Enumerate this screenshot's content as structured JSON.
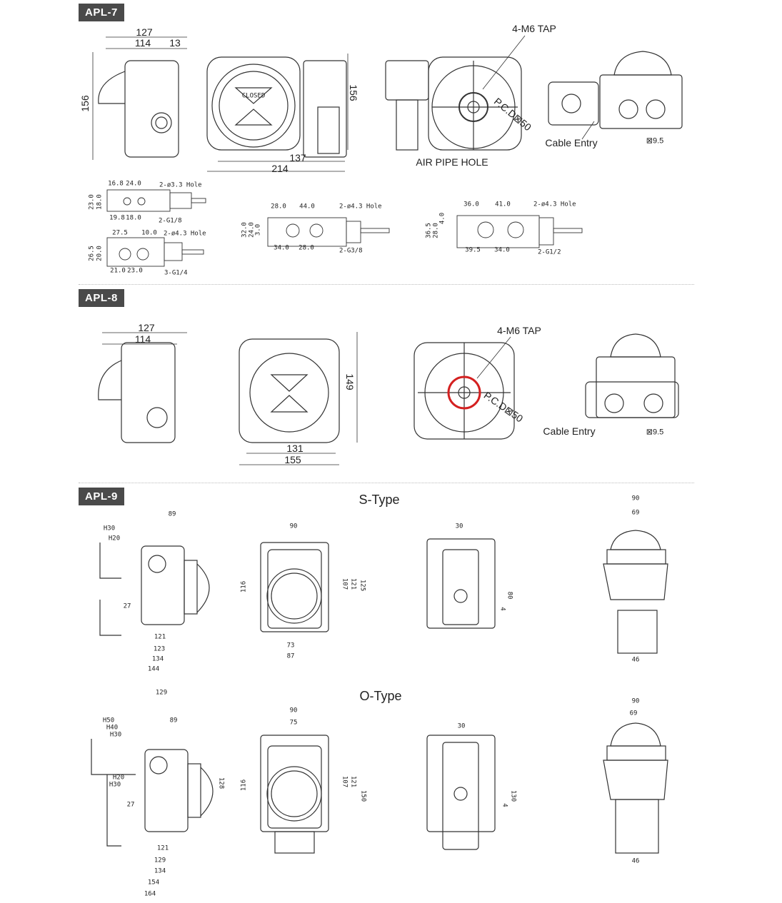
{
  "sections": {
    "apl7": "APL-7",
    "apl8": "APL-8",
    "apl9": "APL-9"
  },
  "apl7": {
    "side": {
      "w127": "127",
      "w114": "114",
      "w13": "13",
      "h156": "156"
    },
    "front": {
      "h156": "156",
      "w137": "137",
      "w214": "214",
      "closed": "CLOSED"
    },
    "back": {
      "tap": "4-M6 TAP",
      "pcd": "P.C.D⊠50",
      "air": "AIR PIPE HOLE"
    },
    "top": {
      "cable": "Cable Entry",
      "sq": "⊠9.5"
    },
    "valves": {
      "v1": {
        "a": "16.8",
        "b": "24.0",
        "c": "23.0",
        "d": "18.0",
        "e": "19.8",
        "f": "18.0",
        "hole": "2-ø3.3 Hole",
        "port": "2-G1/8"
      },
      "v2": {
        "a": "27.5",
        "b": "10.0",
        "c": "26.5",
        "d": "20.0",
        "e": "21.0",
        "f": "23.0",
        "hole": "2-ø4.3 Hole",
        "port": "3-G1/4"
      },
      "v3": {
        "a": "28.0",
        "b": "44.0",
        "c": "32.0",
        "d": "24.0",
        "e": "3.0",
        "f": "34.0",
        "g": "28.0",
        "hole": "2-ø4.3 Hole",
        "port": "2-G3/8"
      },
      "v4": {
        "a": "36.0",
        "b": "41.0",
        "c": "36.5",
        "d": "28.0",
        "e": "4.0",
        "f": "39.5",
        "g": "34.0",
        "hole": "2-ø4.3 Hole",
        "port": "2-G1/2"
      }
    }
  },
  "apl8": {
    "side": {
      "w127": "127",
      "w114": "114"
    },
    "front": {
      "h149": "149",
      "w131": "131",
      "w155": "155"
    },
    "back": {
      "tap": "4-M6 TAP",
      "pcd": "P.C.D⊠50"
    },
    "top": {
      "cable": "Cable Entry",
      "sq": "⊠9.5"
    }
  },
  "apl9": {
    "s_type": {
      "title": "S-Type",
      "side": {
        "w89": "89",
        "h30": "H30",
        "h20": "H20",
        "d27": "27",
        "w121": "121",
        "w123": "123",
        "w134": "134",
        "w144": "144"
      },
      "front": {
        "w90": "90",
        "h116": "116",
        "h107": "107",
        "h121": "121",
        "h125": "125",
        "w73": "73",
        "w87": "87"
      },
      "back": {
        "w30": "30",
        "h80": "80",
        "d4": "4"
      },
      "top": {
        "w90": "90",
        "w69": "69",
        "w46": "46"
      }
    },
    "o_type": {
      "title": "O-Type",
      "side": {
        "w129": "129",
        "w89": "89",
        "h50": "H50",
        "h40": "H40",
        "h30a": "H30",
        "h20": "H20",
        "h30b": "H30",
        "d27": "27",
        "h128": "128",
        "w121": "121",
        "w129b": "129",
        "w134": "134",
        "w154": "154",
        "w164": "164"
      },
      "front": {
        "w90": "90",
        "w75": "75",
        "h116": "116",
        "h107": "107",
        "h121": "121",
        "h150": "150"
      },
      "back": {
        "w30": "30",
        "h130": "130",
        "d4": "4"
      },
      "top": {
        "w90": "90",
        "w69": "69",
        "w46": "46"
      }
    }
  },
  "colors": {
    "badge": "#4a4a4a",
    "pcd_highlight": "#d42020",
    "line": "#333333"
  }
}
